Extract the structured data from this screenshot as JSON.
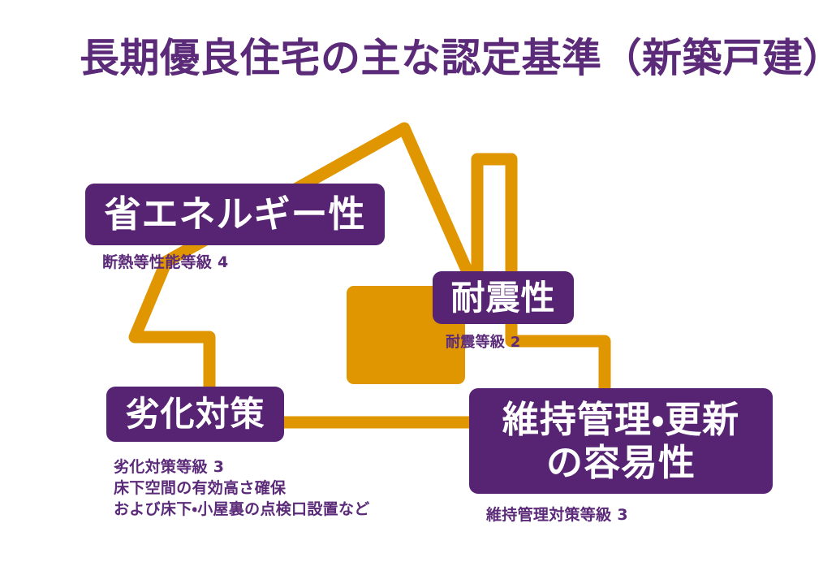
{
  "page": {
    "title": "長期優良住宅の主な認定基準（新築戸建）",
    "background_color": "#ffffff",
    "title_color": "#5b2a78"
  },
  "colors": {
    "purple": "#562472",
    "orange": "#e09600",
    "white": "#ffffff"
  },
  "illustration": {
    "name": "house-outline",
    "stroke_color": "#e09600",
    "fill_color": "#e09600",
    "description": "house-with-chimney-outline-and-center-square"
  },
  "criteria": [
    {
      "id": "energy",
      "label": "省エネルギー性",
      "caption": [
        "断熱等性能等級 4"
      ]
    },
    {
      "id": "seismic",
      "label": "耐震性",
      "caption": [
        "耐震等級 2"
      ]
    },
    {
      "id": "degradation",
      "label": "劣化対策",
      "caption": [
        "劣化対策等級 3",
        "床下空間の有効高さ確保",
        "および床下・小屋裏の点検口設置など"
      ]
    },
    {
      "id": "maintenance",
      "label_lines": [
        "維持管理・更新",
        "の容易性"
      ],
      "caption": [
        "維持管理対策等級 3"
      ]
    }
  ]
}
